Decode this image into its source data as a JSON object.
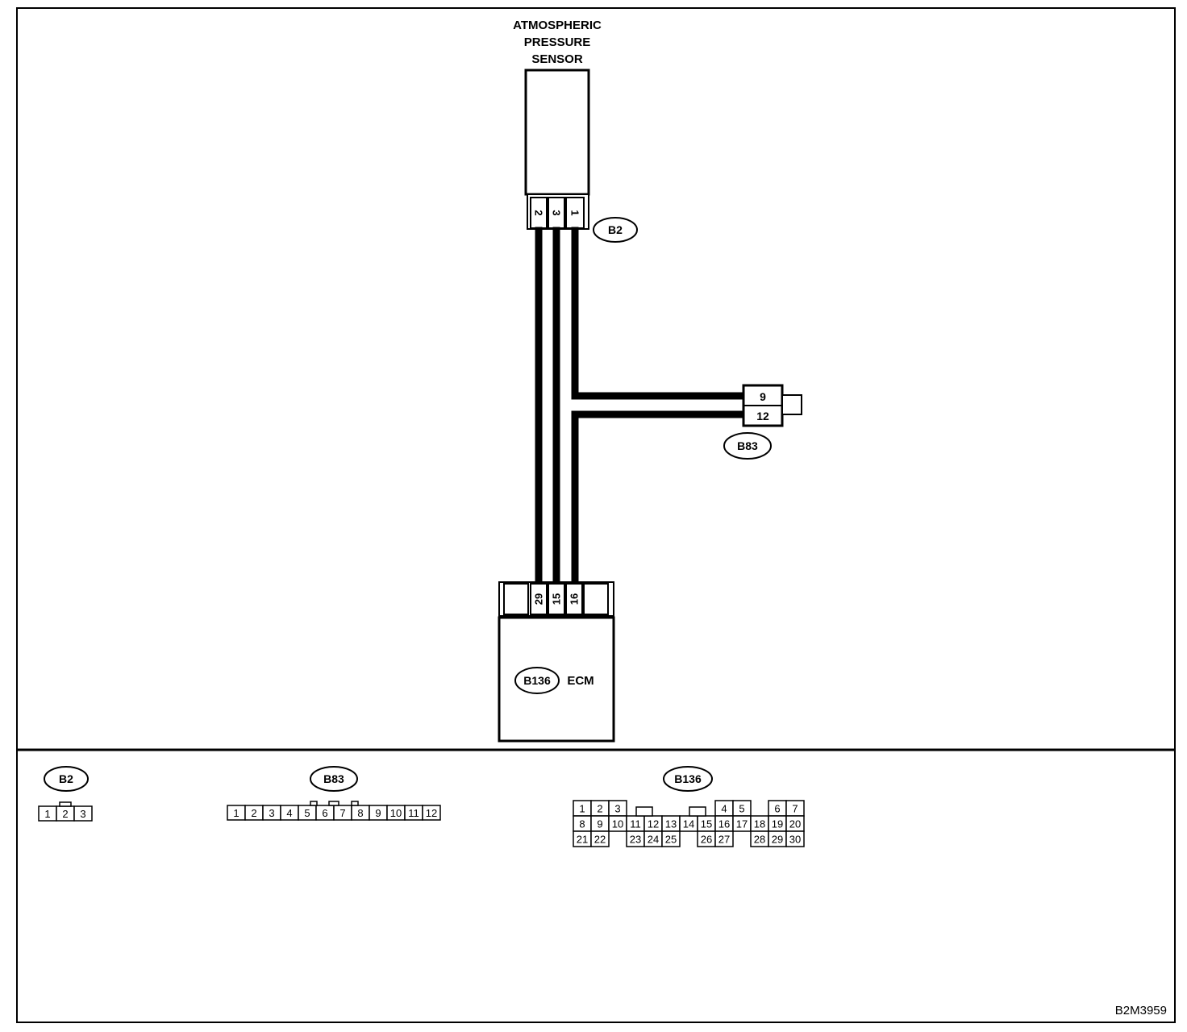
{
  "sensor": {
    "title_lines": [
      "ATMOSPHERIC",
      "PRESSURE",
      "SENSOR"
    ],
    "connector_id": "B2",
    "pins": [
      "2",
      "3",
      "1"
    ]
  },
  "b83_junction": {
    "connector_id": "B83",
    "pins": [
      "9",
      "12"
    ]
  },
  "ecm": {
    "label": "ECM",
    "connector_id": "B136",
    "pins": [
      "29",
      "15",
      "16"
    ]
  },
  "faces": {
    "b2": {
      "label": "B2",
      "rows": [
        [
          "1",
          "2",
          "3"
        ]
      ]
    },
    "b83": {
      "label": "B83",
      "rows": [
        [
          "1",
          "2",
          "3",
          "4",
          "5",
          "6",
          "7",
          "8",
          "9",
          "10",
          "11",
          "12"
        ]
      ]
    },
    "b136": {
      "label": "B136",
      "rows": [
        [
          "1",
          "2",
          "3",
          "",
          "",
          "",
          "",
          "",
          "",
          "4",
          "5",
          "",
          "6",
          "7"
        ],
        [
          "8",
          "9",
          "10",
          "11",
          "12",
          "13",
          "14",
          "15",
          "16",
          "17",
          "18",
          "19",
          "20"
        ],
        [
          "21",
          "22",
          "",
          "23",
          "24",
          "25",
          "",
          "26",
          "27",
          "",
          "28",
          "29",
          "30"
        ]
      ]
    }
  },
  "figure_code": "B2M3959"
}
